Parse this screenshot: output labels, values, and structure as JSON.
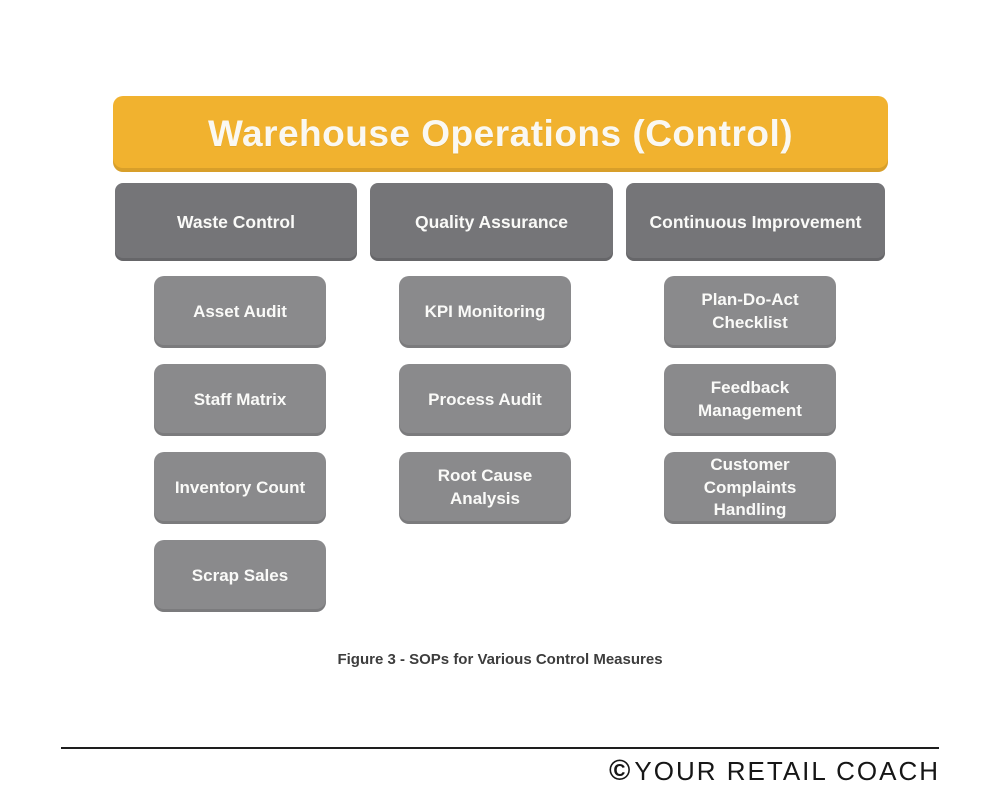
{
  "title": "Warehouse Operations (Control)",
  "columns": [
    {
      "title": "Waste Control",
      "items": [
        "Asset Audit",
        "Staff Matrix",
        "Inventory Count",
        "Scrap Sales"
      ]
    },
    {
      "title": "Quality Assurance",
      "items": [
        "KPI Monitoring",
        "Process Audit",
        "Root Cause Analysis"
      ]
    },
    {
      "title": "Continuous Improvement",
      "items": [
        "Plan-Do-Act Checklist",
        "Feedback Management",
        "Customer Complaints Handling"
      ]
    }
  ],
  "caption": "Figure 3 - SOPs for Various Control Measures",
  "footer": {
    "copyright_symbol": "©",
    "brand": "YOUR RETAIL COACH"
  },
  "colors": {
    "title_bar_bg": "#F1B22F",
    "category_box_bg": "#757578",
    "item_box_bg": "#8A8A8C",
    "box_text": "#FAFAF8",
    "caption_text": "#3D3D3D",
    "footer_text": "#161616",
    "background": "#FFFFFF"
  }
}
